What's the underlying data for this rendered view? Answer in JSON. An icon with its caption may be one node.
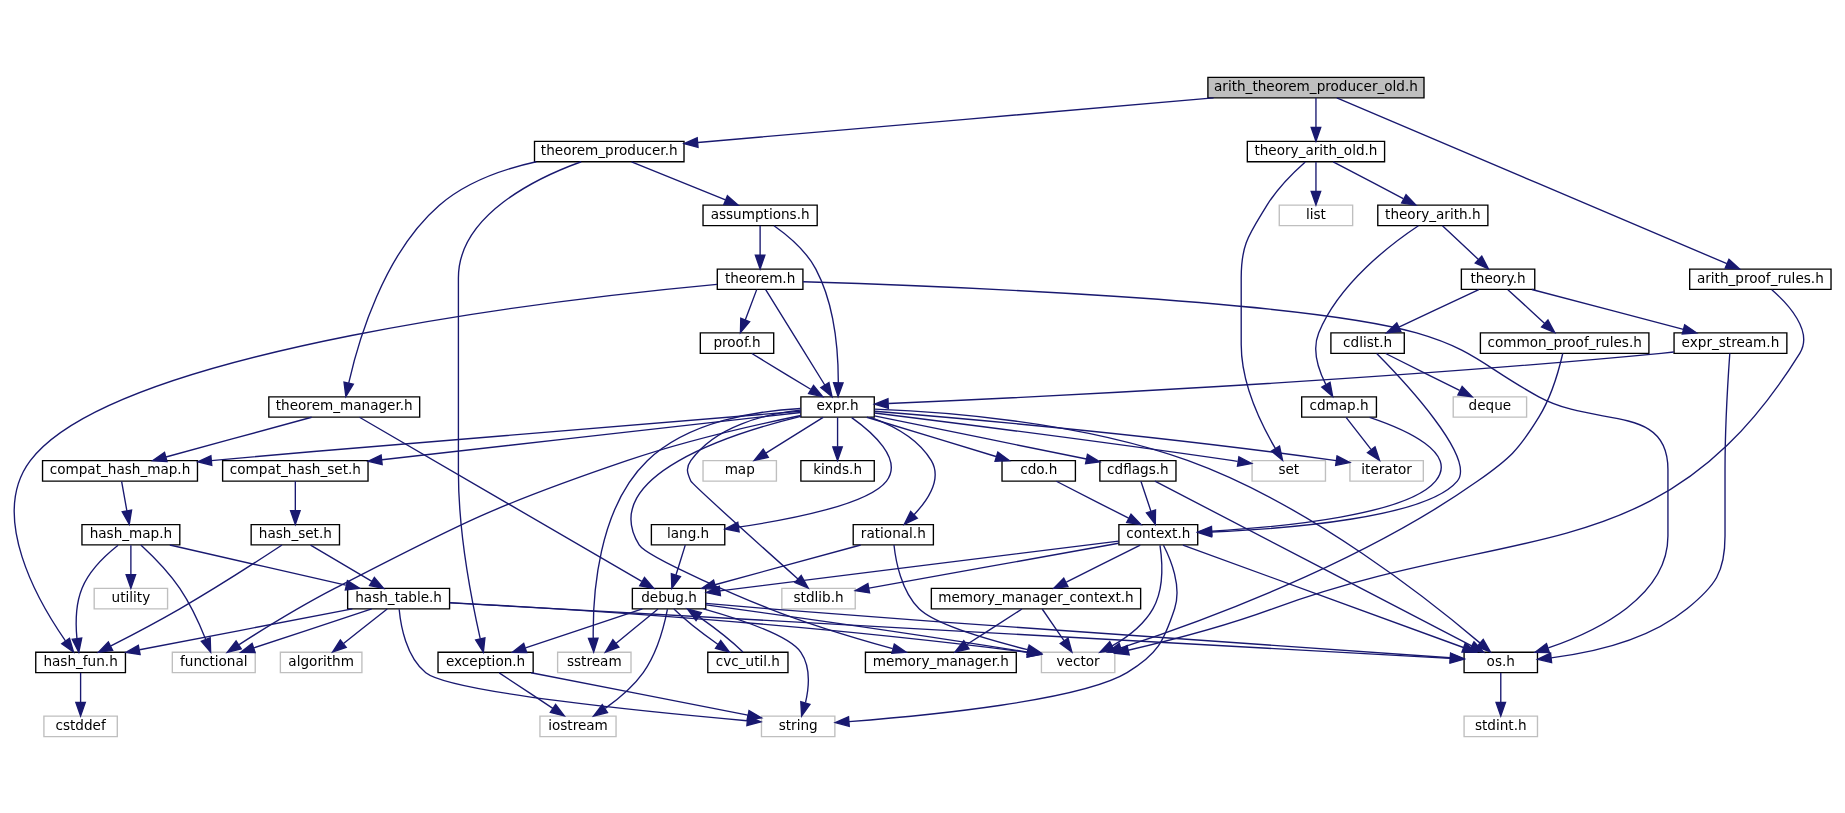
{
  "diagram": {
    "nodes": [
      {
        "text": [
          "arith_theorem_producer_old.h"
        ]
      },
      {
        "text": [
          "theorem_producer.h"
        ]
      },
      {
        "text": [
          "theory_arith_old.h"
        ]
      },
      {
        "text": [
          "assumptions.h"
        ]
      },
      {
        "text": [
          "theory_arith.h"
        ]
      },
      {
        "text": [
          "list"
        ]
      },
      {
        "text": [
          "theorem.h"
        ]
      },
      {
        "text": [
          "theory.h"
        ]
      },
      {
        "text": [
          "arith_proof_rules.h"
        ]
      },
      {
        "text": [
          "proof.h"
        ]
      },
      {
        "text": [
          "expr_stream.h"
        ]
      },
      {
        "text": [
          "cdlist.h"
        ]
      },
      {
        "text": [
          "common_proof_rules.h"
        ]
      },
      {
        "text": [
          "theorem_manager.h"
        ]
      },
      {
        "text": [
          "expr.h"
        ]
      },
      {
        "text": [
          "deque"
        ]
      },
      {
        "text": [
          "cdmap.h"
        ]
      },
      {
        "text": [
          "compat_hash_map.h"
        ]
      },
      {
        "text": [
          "compat_hash_set.h"
        ]
      },
      {
        "text": [
          "map"
        ]
      },
      {
        "text": [
          "kinds.h"
        ]
      },
      {
        "text": [
          "cdflags.h"
        ]
      },
      {
        "text": [
          "cdo.h"
        ]
      },
      {
        "text": [
          "set"
        ]
      },
      {
        "text": [
          "iterator"
        ]
      },
      {
        "text": [
          "hash_map.h"
        ]
      },
      {
        "text": [
          "hash_set.h"
        ]
      },
      {
        "text": [
          "lang.h"
        ]
      },
      {
        "text": [
          "rational.h"
        ]
      },
      {
        "text": [
          "context.h"
        ]
      },
      {
        "text": [
          "utility"
        ]
      },
      {
        "text": [
          "hash_table.h"
        ]
      },
      {
        "text": [
          "debug.h"
        ]
      },
      {
        "text": [
          "stdlib.h"
        ]
      },
      {
        "text": [
          "memory_manager_context.h"
        ]
      },
      {
        "text": [
          "functional"
        ]
      },
      {
        "text": [
          "hash_fun.h"
        ]
      },
      {
        "text": [
          "exception.h"
        ]
      },
      {
        "text": [
          "algorithm"
        ]
      },
      {
        "text": [
          "sstream"
        ]
      },
      {
        "text": [
          "cvc_util.h"
        ]
      },
      {
        "text": [
          "os.h"
        ]
      },
      {
        "text": [
          "memory_manager.h"
        ]
      },
      {
        "text": [
          "vector"
        ]
      },
      {
        "text": [
          "cstddef"
        ]
      },
      {
        "text": [
          "iostream"
        ]
      },
      {
        "text": [
          "string"
        ]
      },
      {
        "text": [
          "stdint.h"
        ]
      }
    ],
    "edges": [
      {
        "from": 0,
        "to": 1,
        "arrow": "to"
      },
      {
        "from": 0,
        "to": 2,
        "arrow": "to"
      },
      {
        "from": 0,
        "to": 8,
        "arrow": "to"
      },
      {
        "from": 1,
        "to": 37,
        "arrow": "to"
      },
      {
        "from": 1,
        "to": 13,
        "arrow": "to"
      },
      {
        "from": 1,
        "to": 3,
        "arrow": "to"
      },
      {
        "from": 2,
        "to": 23,
        "arrow": "to"
      },
      {
        "from": 2,
        "to": 4,
        "arrow": "to"
      },
      {
        "from": 2,
        "to": 5,
        "arrow": "to"
      },
      {
        "from": 3,
        "to": 14,
        "arrow": "to"
      },
      {
        "from": 3,
        "to": 6,
        "arrow": "to"
      },
      {
        "from": 4,
        "to": 7,
        "arrow": "to"
      },
      {
        "from": 4,
        "to": 16,
        "arrow": "to"
      },
      {
        "from": 6,
        "to": 36,
        "arrow": "to"
      },
      {
        "from": 6,
        "to": 9,
        "arrow": "to"
      },
      {
        "from": 6,
        "to": 14,
        "arrow": "to"
      },
      {
        "from": 6,
        "to": 41,
        "arrow": "to"
      },
      {
        "from": 7,
        "to": 10,
        "arrow": "to"
      },
      {
        "from": 7,
        "to": 11,
        "arrow": "to"
      },
      {
        "from": 7,
        "to": 12,
        "arrow": "to"
      },
      {
        "from": 8,
        "to": 43,
        "arrow": "to"
      },
      {
        "from": 9,
        "to": 14,
        "arrow": "to"
      },
      {
        "from": 10,
        "to": 14,
        "arrow": "to"
      },
      {
        "from": 10,
        "to": 41,
        "arrow": "to"
      },
      {
        "from": 11,
        "to": 15,
        "arrow": "to"
      },
      {
        "from": 11,
        "to": 29,
        "arrow": "to"
      },
      {
        "from": 12,
        "to": 43,
        "arrow": "to"
      },
      {
        "from": 13,
        "to": 17,
        "arrow": "to"
      },
      {
        "from": 13,
        "to": 32,
        "arrow": "to"
      },
      {
        "from": 14,
        "to": 17,
        "arrow": "to"
      },
      {
        "from": 14,
        "to": 18,
        "arrow": "to"
      },
      {
        "from": 14,
        "to": 35,
        "arrow": "to"
      },
      {
        "from": 14,
        "to": 39,
        "arrow": "to"
      },
      {
        "from": 14,
        "to": 27,
        "arrow": "to"
      },
      {
        "from": 14,
        "to": 41,
        "arrow": "to"
      },
      {
        "from": 14,
        "to": 19,
        "arrow": "to"
      },
      {
        "from": 14,
        "to": 20,
        "arrow": "to"
      },
      {
        "from": 14,
        "to": 28,
        "arrow": "to"
      },
      {
        "from": 14,
        "to": 42,
        "arrow": "to"
      },
      {
        "from": 14,
        "to": 21,
        "arrow": "to"
      },
      {
        "from": 14,
        "to": 33,
        "arrow": "to"
      },
      {
        "from": 14,
        "to": 22,
        "arrow": "to"
      },
      {
        "from": 14,
        "to": 23,
        "arrow": "to"
      },
      {
        "from": 14,
        "to": 24,
        "arrow": "to"
      },
      {
        "from": 16,
        "to": 24,
        "arrow": "to"
      },
      {
        "from": 16,
        "to": 29,
        "arrow": "to"
      },
      {
        "from": 17,
        "to": 25,
        "arrow": "to"
      },
      {
        "from": 18,
        "to": 26,
        "arrow": "to"
      },
      {
        "from": 21,
        "to": 29,
        "arrow": "to"
      },
      {
        "from": 21,
        "to": 41,
        "arrow": "to"
      },
      {
        "from": 22,
        "to": 29,
        "arrow": "to"
      },
      {
        "from": 25,
        "to": 35,
        "arrow": "to"
      },
      {
        "from": 25,
        "to": 30,
        "arrow": "to"
      },
      {
        "from": 25,
        "to": 36,
        "arrow": "to"
      },
      {
        "from": 25,
        "to": 31,
        "arrow": "to"
      },
      {
        "from": 26,
        "to": 36,
        "arrow": "to"
      },
      {
        "from": 26,
        "to": 31,
        "arrow": "to"
      },
      {
        "from": 27,
        "to": 32,
        "arrow": "to"
      },
      {
        "from": 28,
        "to": 32,
        "arrow": "to"
      },
      {
        "from": 28,
        "to": 43,
        "arrow": "to"
      },
      {
        "from": 29,
        "to": 32,
        "arrow": "to"
      },
      {
        "from": 29,
        "to": 33,
        "arrow": "to"
      },
      {
        "from": 29,
        "to": 34,
        "arrow": "to"
      },
      {
        "from": 29,
        "to": 41,
        "arrow": "to"
      },
      {
        "from": 29,
        "to": 43,
        "arrow": "to"
      },
      {
        "from": 29,
        "to": 46,
        "arrow": "to"
      },
      {
        "from": 31,
        "to": 35,
        "arrow": "to"
      },
      {
        "from": 31,
        "to": 36,
        "arrow": "to"
      },
      {
        "from": 31,
        "to": 38,
        "arrow": "to"
      },
      {
        "from": 31,
        "to": 46,
        "arrow": "to"
      },
      {
        "from": 31,
        "to": 41,
        "arrow": "to"
      },
      {
        "from": 31,
        "to": 43,
        "arrow": "to"
      },
      {
        "from": 32,
        "to": 37,
        "arrow": "to"
      },
      {
        "from": 32,
        "to": 39,
        "arrow": "to"
      },
      {
        "from": 32,
        "to": 45,
        "arrow": "to"
      },
      {
        "from": 32,
        "to": 40,
        "arrow": "to"
      },
      {
        "from": 32,
        "to": 41,
        "arrow": "to"
      },
      {
        "from": 32,
        "to": 46,
        "arrow": "to"
      },
      {
        "from": 32,
        "to": 43,
        "arrow": "to"
      },
      {
        "from": 40,
        "to": 32,
        "arrow": "to"
      },
      {
        "from": 34,
        "to": 42,
        "arrow": "to"
      },
      {
        "from": 34,
        "to": 43,
        "arrow": "to"
      },
      {
        "from": 36,
        "to": 44,
        "arrow": "to"
      },
      {
        "from": 37,
        "to": 45,
        "arrow": "to"
      },
      {
        "from": 37,
        "to": 46,
        "arrow": "to"
      },
      {
        "from": 41,
        "to": 47,
        "arrow": "to"
      }
    ]
  }
}
